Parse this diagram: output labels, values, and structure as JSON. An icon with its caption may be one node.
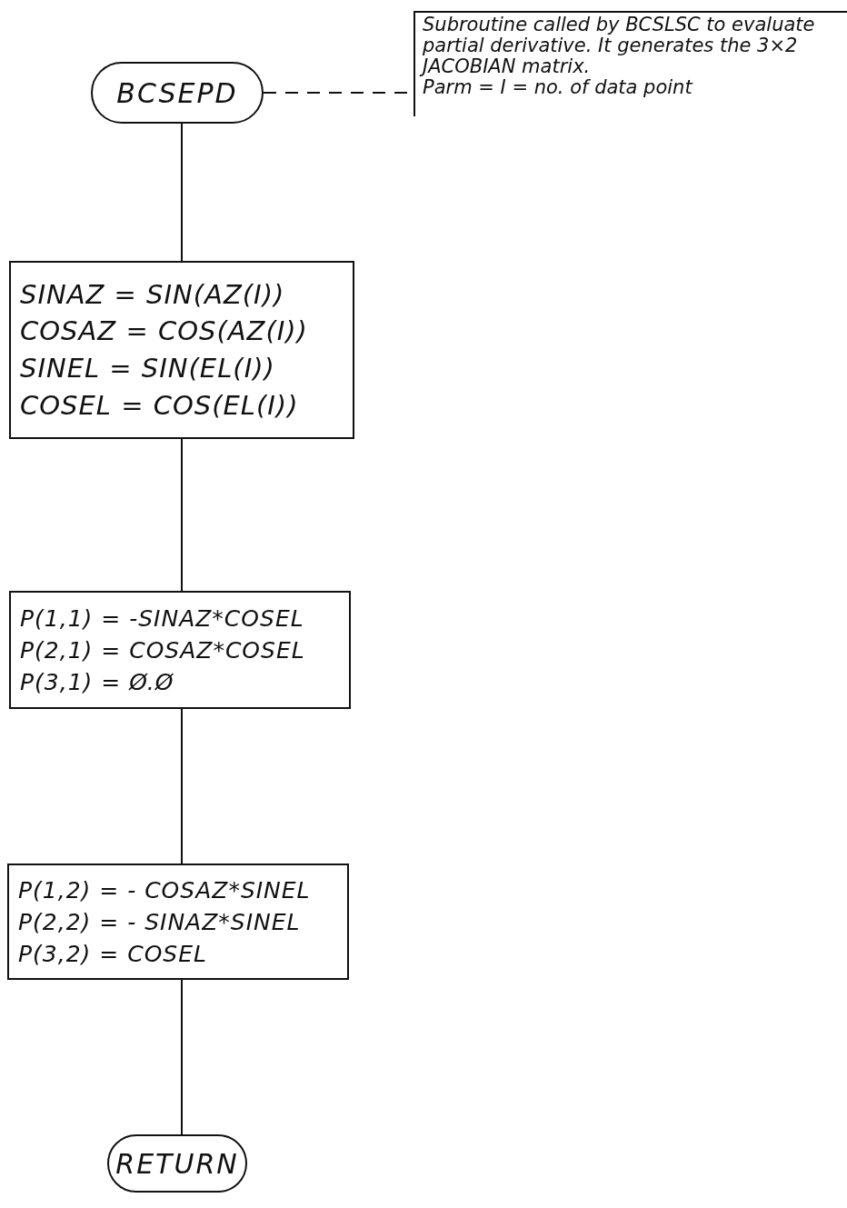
{
  "diagram": {
    "nodes": [
      {
        "text": [
          "BCSEPD"
        ]
      },
      {
        "text": [
          "Subroutine called by BCSLSC to evaluate partial derivative. It generates the 3×2 JACOBIAN matrix.",
          "Parm = I = no. of data point"
        ]
      },
      {
        "text": [
          "SINAZ = SIN(AZ(I))",
          "COSAZ = COS(AZ(I))",
          "SINEL = SIN(EL(I))",
          "COSEL = COS(EL(I))"
        ]
      },
      {
        "text": [
          "P(1,1) = -SINAZ*COSEL",
          "P(2,1) = COSAZ*COSEL",
          "P(3,1) = Ø.Ø"
        ]
      },
      {
        "text": [
          "P(1,2) = - COSAZ*SINEL",
          "P(2,2) = - SINAZ*SINEL",
          "P(3,2) = COSEL"
        ]
      },
      {
        "text": [
          "RETURN"
        ]
      }
    ],
    "edges": [
      {
        "from": 0,
        "to": 1,
        "arrow": "none",
        "style": "dashed"
      },
      {
        "from": 0,
        "to": 2,
        "arrow": "none"
      },
      {
        "from": 2,
        "to": 3,
        "arrow": "none"
      },
      {
        "from": 3,
        "to": 4,
        "arrow": "none"
      },
      {
        "from": 4,
        "to": 5,
        "arrow": "none"
      }
    ]
  }
}
